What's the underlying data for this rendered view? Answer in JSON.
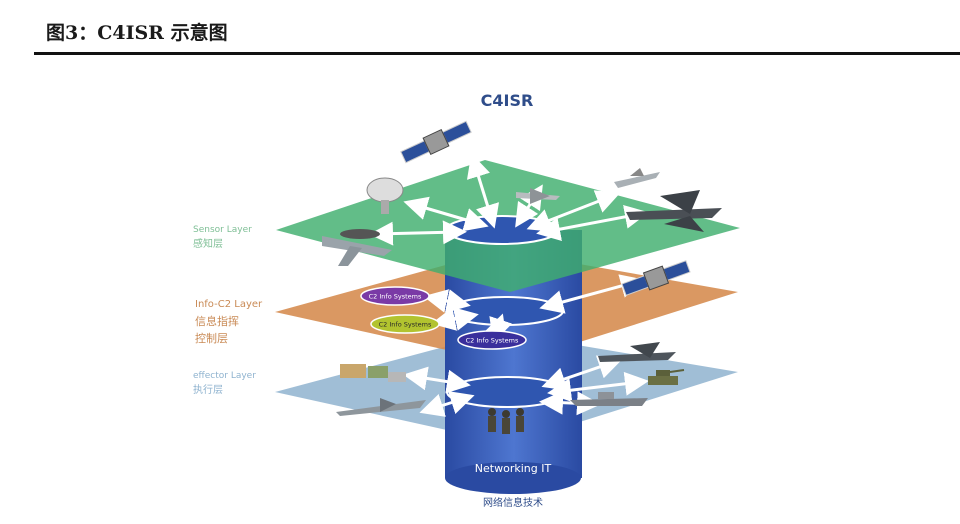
{
  "figure": {
    "title": "图3：C4ISR 示意图"
  },
  "diagram": {
    "title": "C4ISR",
    "layers": [
      {
        "en": "Sensor Layer",
        "zh": "感知层",
        "color": "#3fae6e"
      },
      {
        "en": "Info-C2 Layer",
        "zh_line1": "信息指挥",
        "zh_line2": "控制层",
        "color": "#d58a4c"
      },
      {
        "en": "effector Layer",
        "zh": "执行层",
        "color": "#8fb3cf"
      }
    ],
    "c2_systems": [
      "C2 Info Systems",
      "C2 Info Systems",
      "C2 Info Systems"
    ],
    "pillar": {
      "label": "Networking IT",
      "caption": "网络信息技术",
      "color": "#2f56b0"
    }
  }
}
